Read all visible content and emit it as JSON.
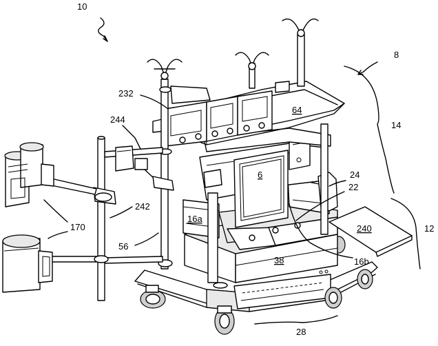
{
  "labels": {
    "l10": "10",
    "l8": "8",
    "l14": "14",
    "l12": "12",
    "l232": "232",
    "l64": "64",
    "l244": "244",
    "l6": "6",
    "l24": "24",
    "l22": "22",
    "l240": "240",
    "l16a": "16a",
    "l242": "242",
    "l170": "170",
    "l56": "56",
    "l38": "38",
    "l16b": "16b",
    "l28": "28"
  }
}
